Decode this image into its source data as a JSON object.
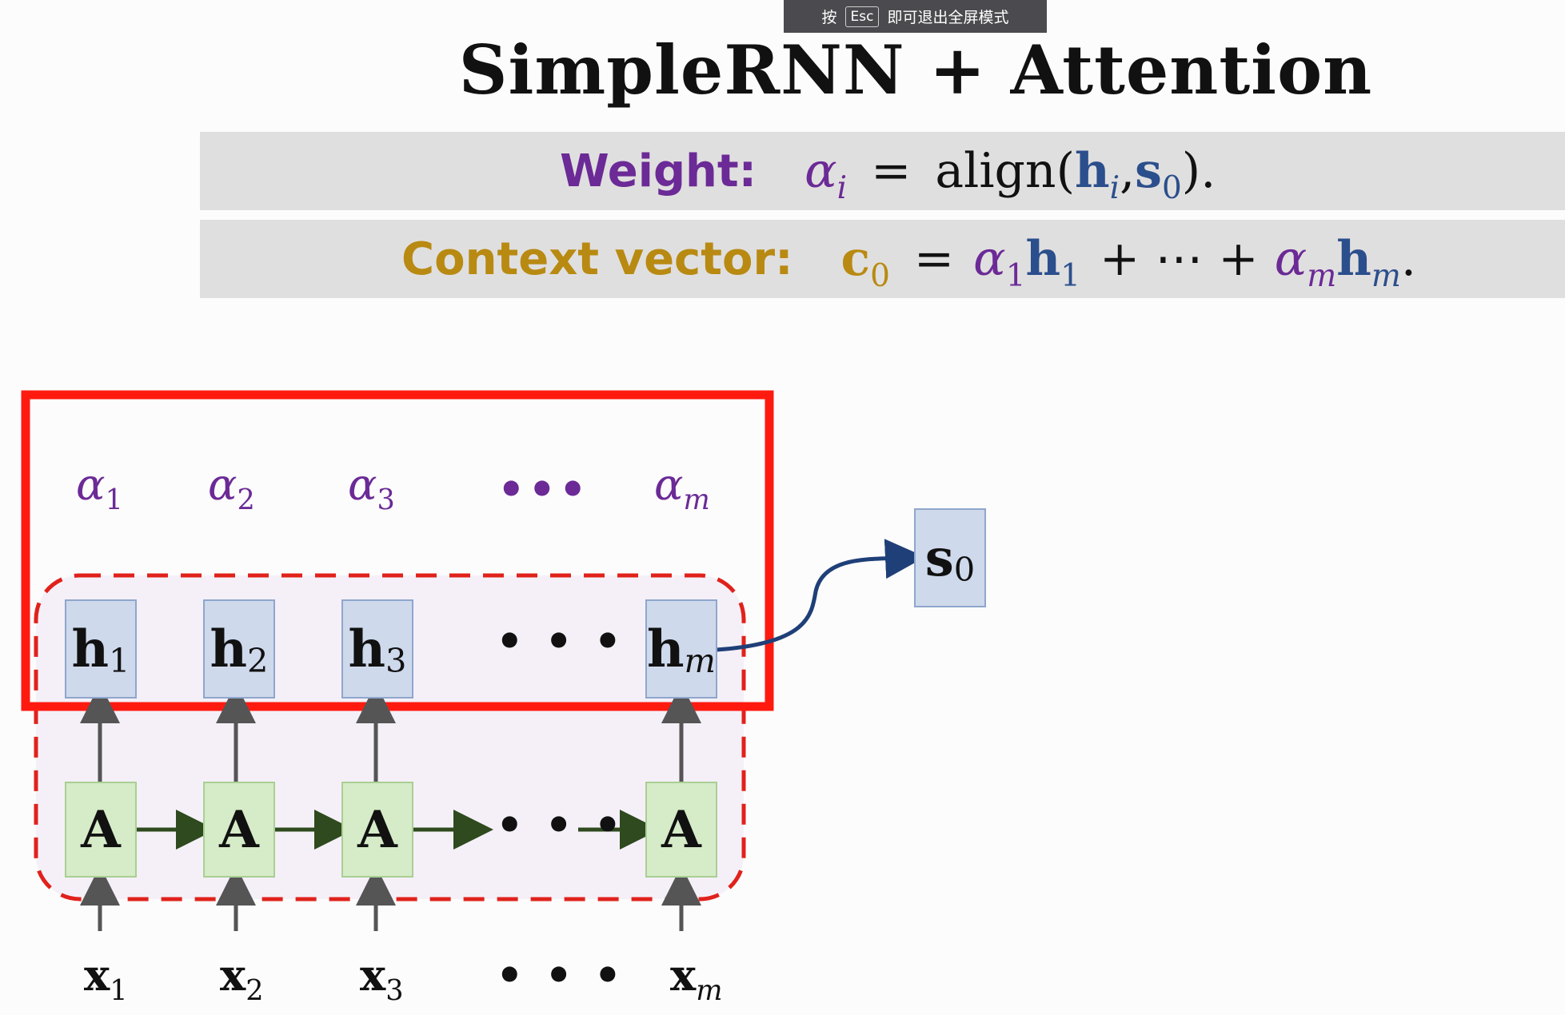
{
  "fullscreen_hint": {
    "prefix": "按",
    "key": "Esc",
    "suffix": "即可退出全屏模式"
  },
  "title": "SimpleRNN + Attention",
  "weight_eq": {
    "label": "Weight:",
    "lhs": "α",
    "lhs_sub": "i",
    "equals": "=",
    "func": "align(",
    "h": "h",
    "h_sub": "i",
    "comma": ",",
    "s": "s",
    "s_sub": "0",
    "close": ")."
  },
  "context_eq": {
    "label": "Context vector:",
    "c": "c",
    "c_sub": "0",
    "equals": "=",
    "a1": "α",
    "a1_sub": "1",
    "h1": "h",
    "h1_sub": "1",
    "plus_dots_plus": "+ ⋯ +",
    "am": "α",
    "am_sub": "m",
    "hm": "h",
    "hm_sub": "m",
    "end": "."
  },
  "diagram": {
    "alphas": [
      {
        "sym": "α",
        "sub": "1"
      },
      {
        "sym": "α",
        "sub": "2"
      },
      {
        "sym": "α",
        "sub": "3"
      },
      {
        "sym": "α",
        "sub": "m"
      }
    ],
    "alpha_dots": "•••",
    "h_states": [
      {
        "sym": "h",
        "sub": "1"
      },
      {
        "sym": "h",
        "sub": "2"
      },
      {
        "sym": "h",
        "sub": "3"
      },
      {
        "sym": "h",
        "sub": "m"
      }
    ],
    "h_dots": "• • •",
    "cell_label": "A",
    "a_dots": "• • •",
    "inputs": [
      {
        "sym": "x",
        "sub": "1"
      },
      {
        "sym": "x",
        "sub": "2"
      },
      {
        "sym": "x",
        "sub": "3"
      },
      {
        "sym": "x",
        "sub": "m"
      }
    ],
    "x_dots": "• • •",
    "decoder_state": {
      "sym": "s",
      "sub": "0"
    }
  },
  "colors": {
    "highlight_box": "#ff1a10",
    "dashed_region": "#e0221b",
    "arrow_dark": "#555555",
    "arrow_green": "#2e4a1e",
    "curve_blue": "#1f3f78"
  }
}
